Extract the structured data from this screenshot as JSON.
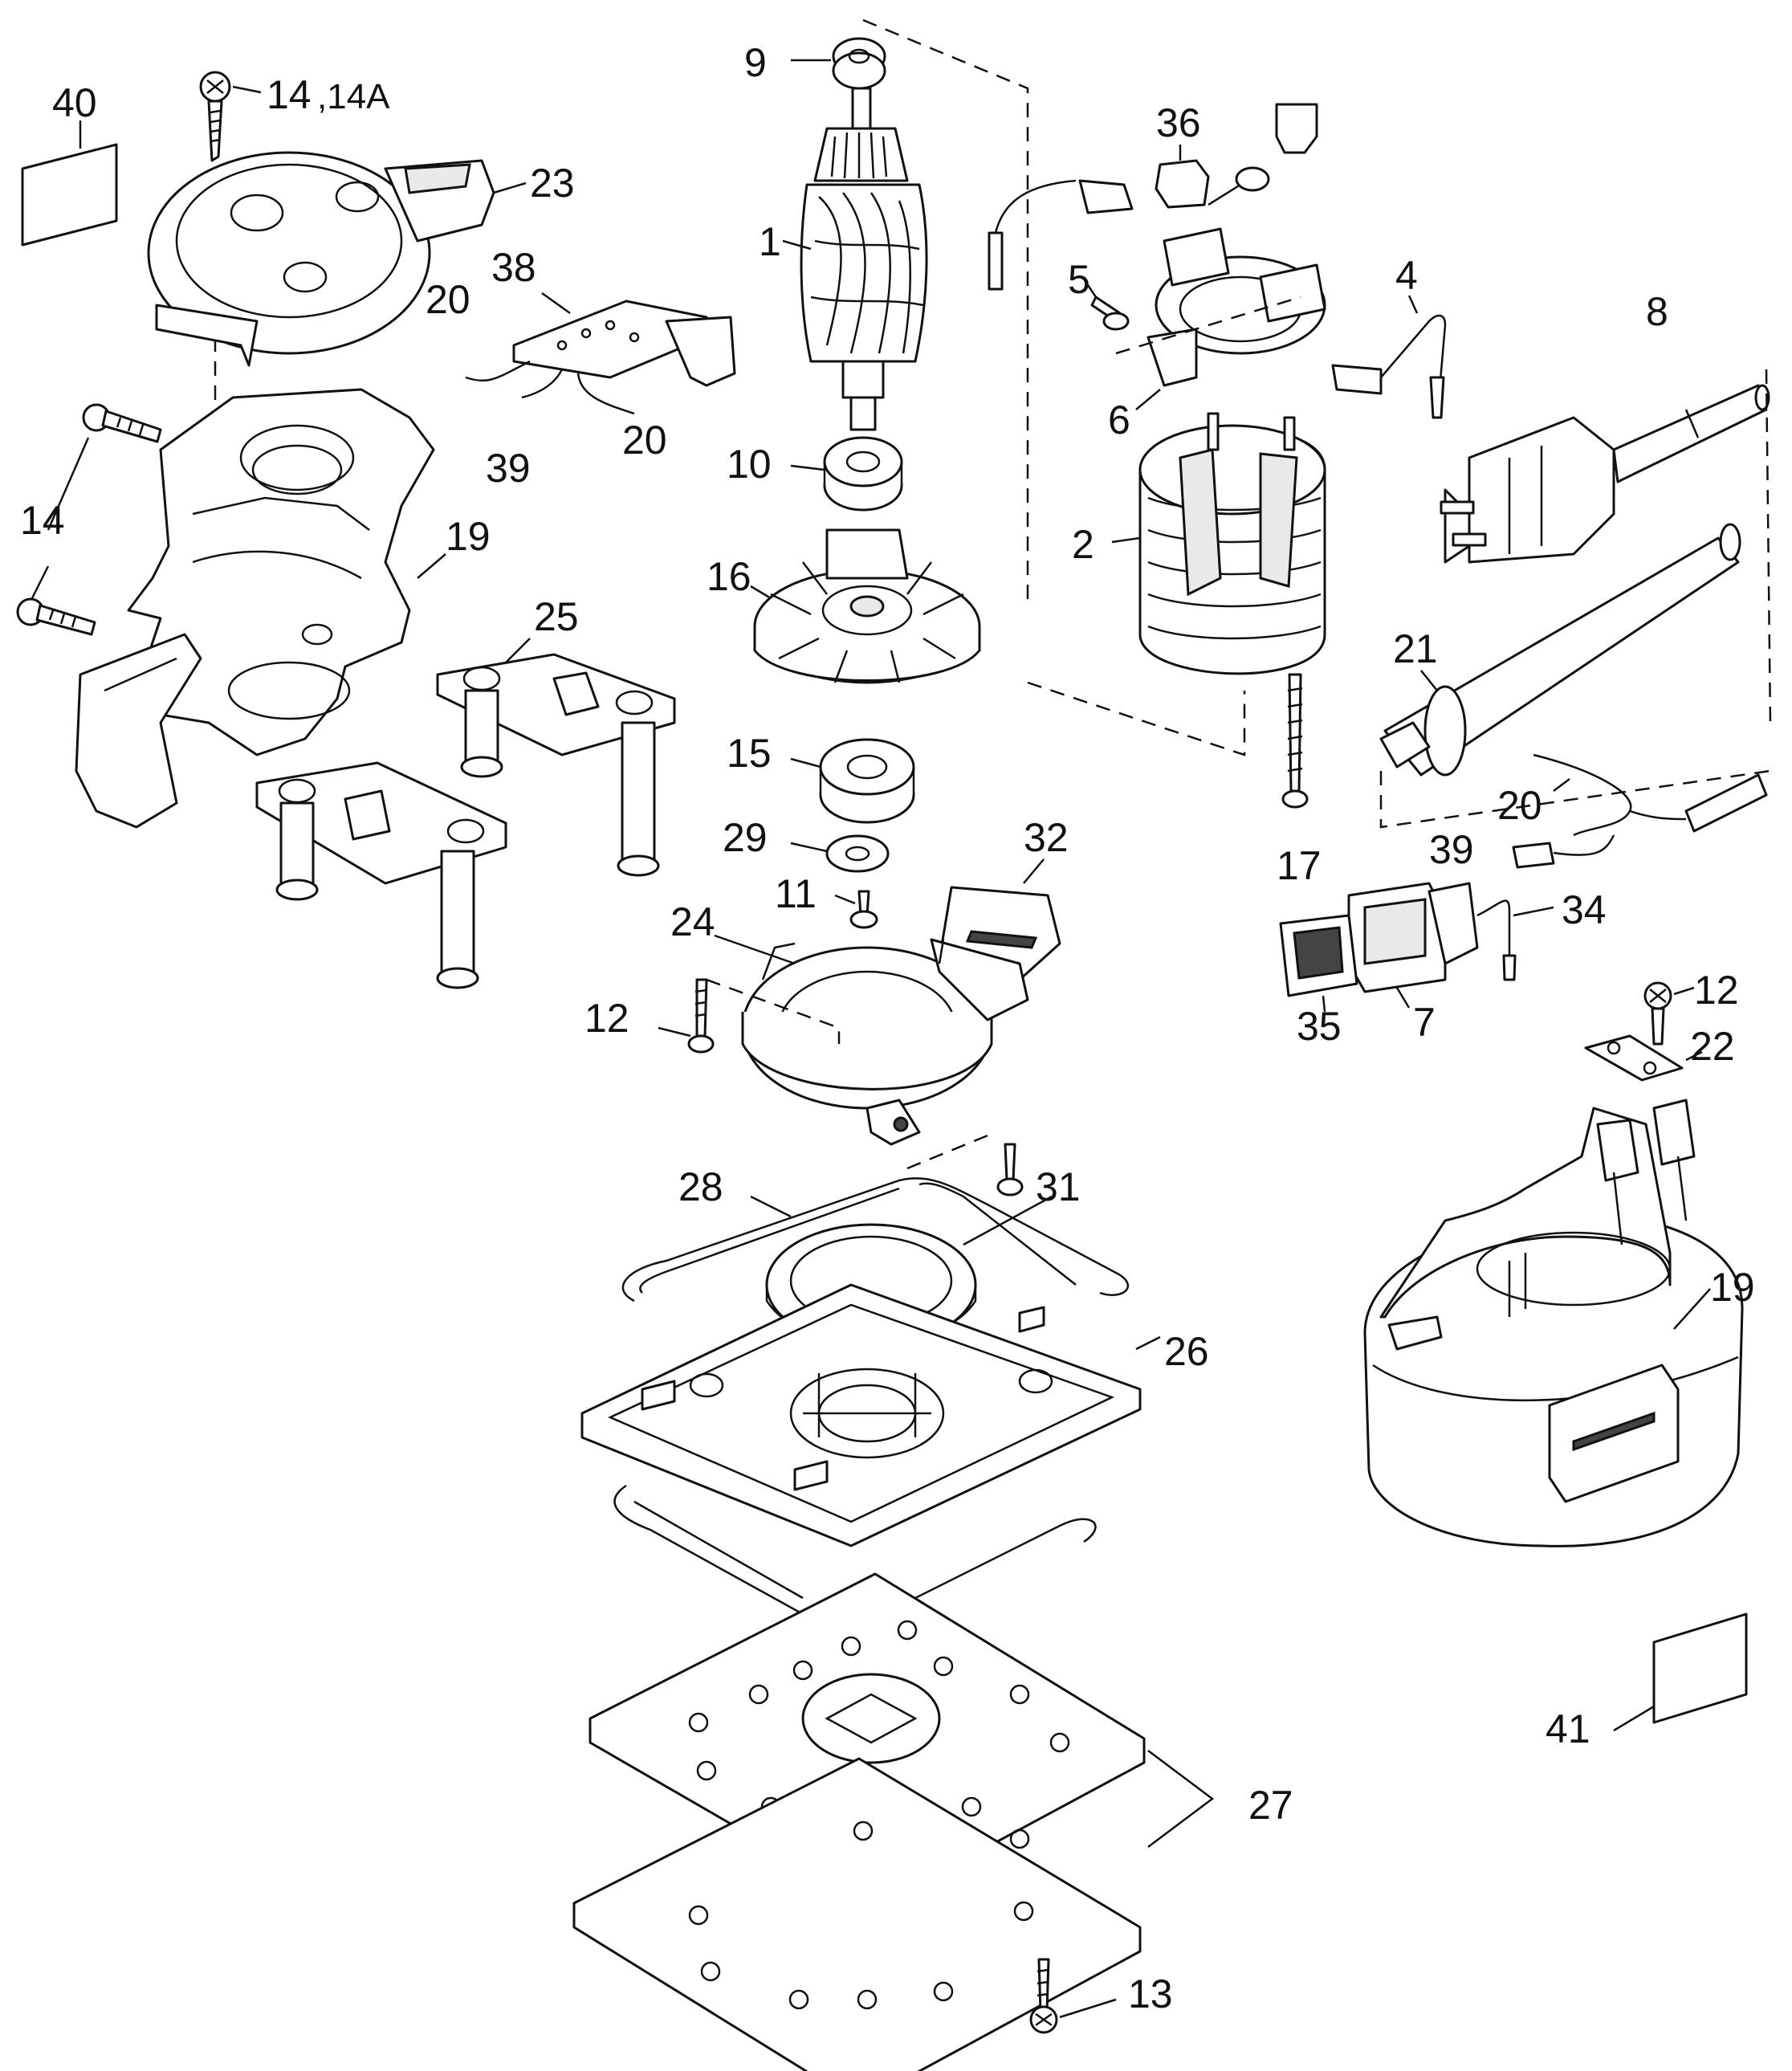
{
  "labels": {
    "l40": "40",
    "l14a": "14",
    "l14a_suffix": ",14A",
    "l23": "23",
    "l38": "38",
    "l20a": "20",
    "l20b": "20",
    "l39a": "39",
    "l14b": "14",
    "l19a": "19",
    "l25": "25",
    "l9": "9",
    "l1": "1",
    "l10": "10",
    "l16": "16",
    "l15": "15",
    "l29": "29",
    "l11": "11",
    "l32": "32",
    "l24": "24",
    "l12a": "12",
    "l28": "28",
    "l31": "31",
    "l26": "26",
    "l27": "27",
    "l13": "13",
    "l36": "36",
    "l5": "5",
    "l6": "6",
    "l4": "4",
    "l8": "8",
    "l2": "2",
    "l21": "21",
    "l17": "17",
    "l20c": "20",
    "l39b": "39",
    "l34": "34",
    "l35": "35",
    "l7": "7",
    "l12b": "12",
    "l22": "22",
    "l19b": "19",
    "l41": "41"
  }
}
